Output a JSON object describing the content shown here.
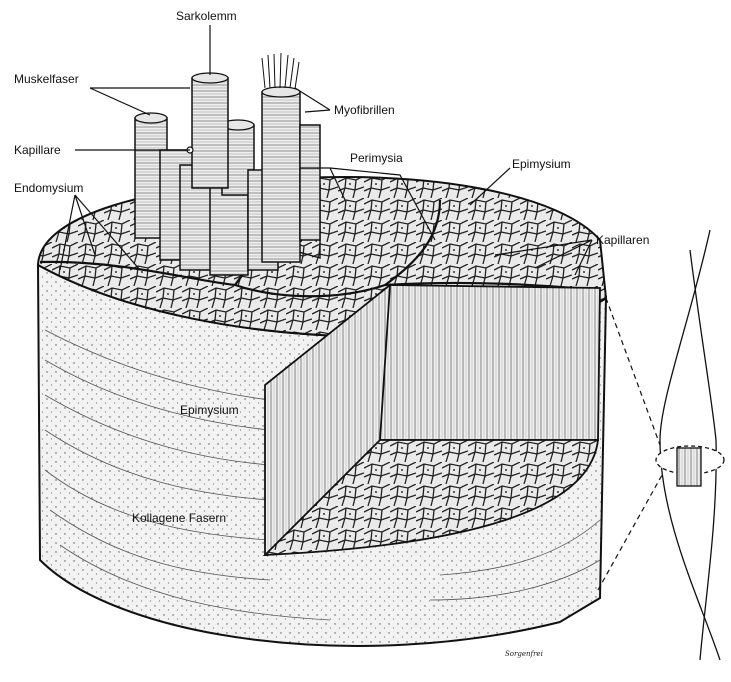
{
  "labels": {
    "sarkolemm": "Sarkolemm",
    "muskelfaser": "Muskelfaser",
    "myofibrillen": "Myofibrillen",
    "kapillare": "Kapillare",
    "perimysia": "Perimysia",
    "epimysium_top": "Epimysium",
    "endomysium": "Endomysium",
    "kapillaren": "Kapillaren",
    "epimysium_side": "Epimysium",
    "kollagene_fasern": "Kollagene Fasern"
  },
  "signature": "Sorgenfrei",
  "colors": {
    "ink": "#111111",
    "paper": "#ffffff",
    "tissue": "#e6e6e6",
    "fiber": "#dcdcdc"
  }
}
